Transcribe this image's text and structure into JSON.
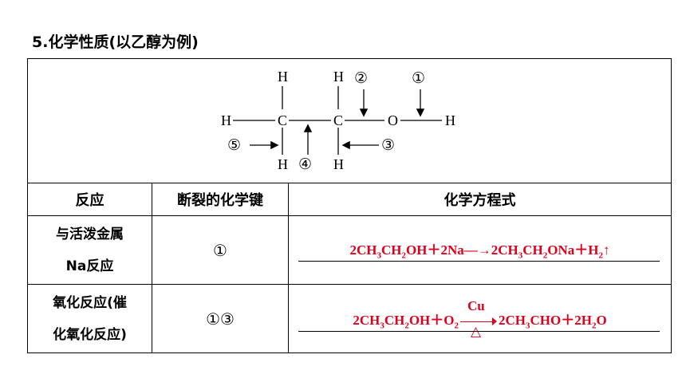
{
  "title": "5.化学性质(以乙醇为例)",
  "diagram": {
    "atoms": {
      "h": "H",
      "c": "C",
      "o": "O"
    },
    "markers": [
      "①",
      "②",
      "③",
      "④",
      "⑤"
    ]
  },
  "table": {
    "headers": [
      "反应",
      "断裂的化学键",
      "化学方程式"
    ],
    "rows": [
      {
        "reaction_line1": "与活泼金属",
        "reaction_line2": "Na反应",
        "bonds": "①",
        "equation": {
          "p1": "2CH",
          "s1": "3",
          "p2": "CH",
          "s2": "2",
          "p3": "OH＋2Na—→2CH",
          "s3": "3",
          "p4": "CH",
          "s4": "2",
          "p5": "ONa＋H",
          "s5": "2",
          "p6": "↑"
        }
      },
      {
        "reaction_line1": "氧化反应(催",
        "reaction_line2": "化氧化反应)",
        "bonds": "①③",
        "equation": {
          "p1": "2CH",
          "s1": "3",
          "p2": "CH",
          "s2": "2",
          "p3": "OH＋O",
          "s3": "2",
          "above": "Cu",
          "below": "△",
          "p4": "2CH",
          "s4": "3",
          "p5": "CHO＋2H",
          "s5": "2",
          "p6": "O"
        }
      }
    ]
  },
  "colors": {
    "equation": "#e0001b",
    "text": "#000000"
  }
}
